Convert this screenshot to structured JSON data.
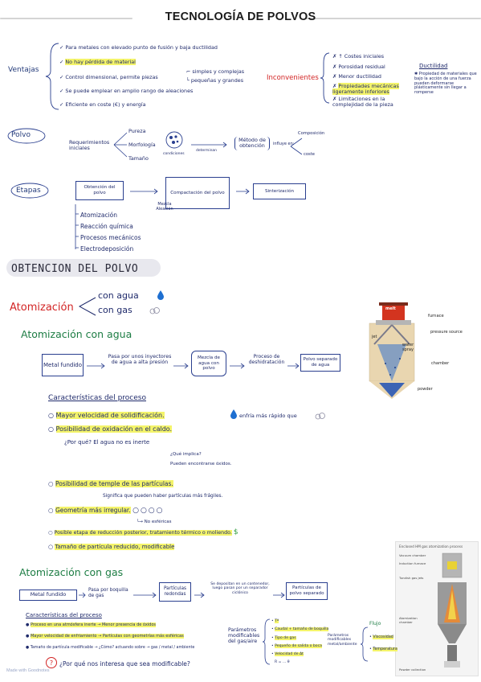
{
  "title": "TECNOLOGÍA DE POLVOS",
  "ventajas": {
    "label": "Ventajas",
    "items": [
      "Para metales con elevado punto de fusión y baja ductilidad",
      "No hay pérdida de material",
      "Control dimensional, permite piezas",
      "Se puede emplear en amplio rango de aleaciones",
      "Eficiente en coste (€) y energía"
    ],
    "piezas_sub": [
      "simples y complejas",
      "pequeñas y grandes"
    ]
  },
  "inconvenientes": {
    "label": "Inconvenientes",
    "items": [
      "↑ Costes iniciales",
      "Porosidad residual",
      "Menor ductilidad",
      "Propiedades mecánicas ligeramente inferiores",
      "Limitaciones en la complejidad de la pieza"
    ],
    "ductilidad_title": "Ductilidad",
    "ductilidad_note": "Propiedad de materiales que bajo la acción de una fuerza pueden deformarse plásticamente sin llegar a romperse"
  },
  "polvo": {
    "label": "Polvo",
    "requerimientos": "Requerimientos iniciales",
    "forma": [
      "Pureza",
      "Morfología",
      "Tamaño"
    ],
    "condiciones": "condiciones",
    "determinan": "determinan",
    "metodo": "Método de obtención",
    "influye": "influye en:",
    "composicion": "Composición",
    "coste": "coste"
  },
  "etapas": {
    "label": "Etapas",
    "box1": "Obtención del polvo",
    "box2": "Compactación del polvo",
    "box3": "Sinterización",
    "mezcla": "Mezcla Aleación",
    "methods": [
      "Atomización",
      "Reacción química",
      "Procesos mecánicos",
      "Electrodeposición"
    ]
  },
  "obtencion_heading": "OBTENCION DEL POLVO",
  "atomizacion": {
    "label": "Atomización",
    "con_agua": "con agua",
    "con_gas": "con gas"
  },
  "agua": {
    "heading": "Atomización con agua",
    "flow": [
      "Metal fundido",
      "Pasa por unos inyectores de agua a alta presión",
      "Mezcla de agua con polvo",
      "Proceso de deshidratación",
      "Polvo separado de agua"
    ],
    "figure_labels": [
      "melt",
      "furnace",
      "pressure source",
      "jet",
      "water spray",
      "chamber",
      "powder"
    ],
    "caract_heading": "Características del proceso",
    "caract": [
      "Mayor velocidad de solidificación.",
      "Posibilidad de oxidación en el caldo.",
      "Posibilidad de temple de las partículas.",
      "Geometría más irregular.",
      "Posible etapa de reducción posterior, tratamiento térmico o moliendo.",
      "Tamaño de partícula reducido, modificable"
    ],
    "enfria": "enfría más rápido que",
    "porque": "¿Por qué? El agua no es inerte",
    "implica": "¿Qué implica?",
    "oxidos": "Pueden encontrarse óxidos.",
    "significa": "Significa que pueden haber partículas más frágiles.",
    "no_esfericas": "No esféricas"
  },
  "gas": {
    "heading": "Atomización con gas",
    "flow": [
      "Metal fundido",
      "Pasa por boquilla de gas",
      "Partículas redondas",
      "Se depositan en un contenedor, luego pasan por un separador ciclónico",
      "Partículas de polvo separado"
    ],
    "caract_heading": "Características del proceso",
    "caract": [
      "Proceso en una atmósfera inerte → Menor presencia de óxidos",
      "Mayor velocidad de enfriamiento → Partículas con geometrías más esféricas",
      "Tamaño de partícula modificable → ¿Cómo? actuando sobre → gas / metal / ambiente"
    ],
    "parametros": "Parámetros modificables del gas/aire",
    "param_list": [
      "Tª",
      "Caudal + tamaño de boquilla",
      "Tipo de gas",
      "Pequeño de salida o boca",
      "Velocidad de Δt"
    ],
    "param_extra": "R = ... θ",
    "parametros2": "Parámetros modificables metal/ambiente",
    "flujo": "Flujo",
    "flujo_list": [
      "Viscosidad",
      "Temperatura"
    ],
    "figure_title": "Enclosed HM gas atomization process",
    "figure_labels": [
      "Vacuum chamber",
      "Induction furnace",
      "Tundish gas jets",
      "Atomization chamber",
      "Powder collection"
    ],
    "question": "¿Por qué nos interesa que sea modificable?"
  },
  "footer": "Made with Goodnotes",
  "colors": {
    "ink": "#1f2a6b",
    "red": "#d22424",
    "green": "#1d7d44",
    "highlight": "#f4f46a"
  }
}
